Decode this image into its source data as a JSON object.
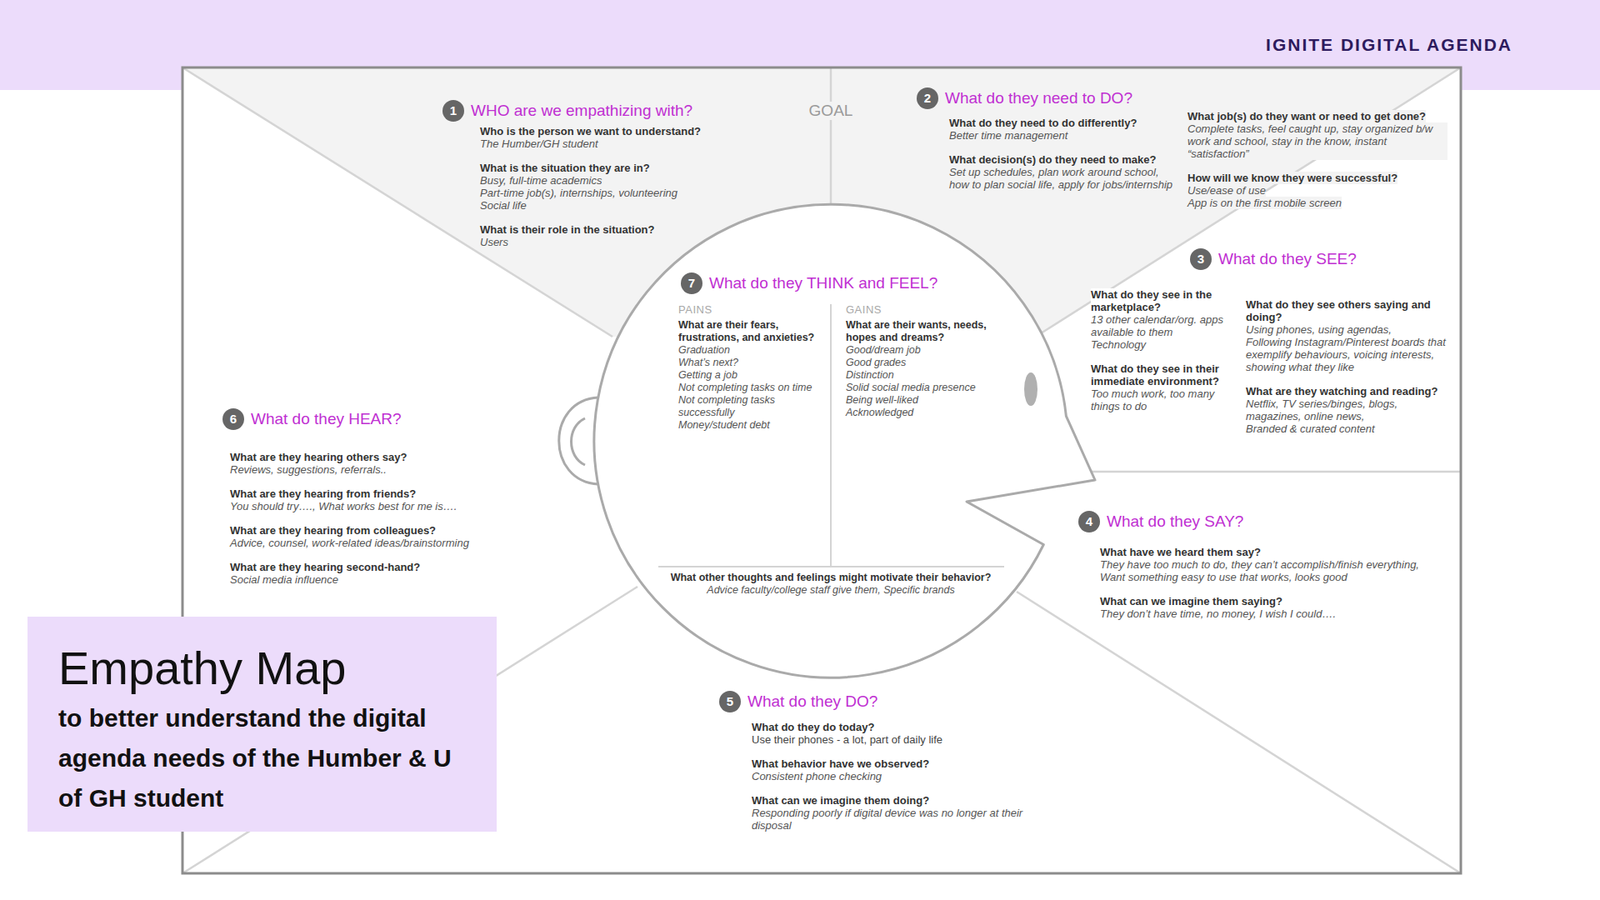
{
  "diagram": {
    "title": "IGNITE DIGITAL AGENDA",
    "nodes": [
      {
        "text": [
          "1",
          "WHO are we empathizing with?",
          "Who is the person we want to understand?",
          "The Humber/GH student",
          "What is the situation they are in?",
          "Busy, full-time academics",
          "Part-time job(s), internships, volunteering",
          "Social life",
          "What is their role in the situation?",
          "Users"
        ]
      },
      {
        "text": [
          "2",
          "What do they need to DO?",
          "What do they need to do differently?",
          "Better time management",
          "What decision(s) do they need to make?",
          "Set up schedules, plan work around school, how to plan social life, apply for jobs/internship",
          "What job(s) do they want or need to get done?",
          "Complete tasks, feel caught up, stay organized b/w work and school, stay in the know, instant “satisfaction”",
          "How will we know they were successful?",
          "Use/ease of use",
          "App is on the first mobile screen"
        ]
      },
      {
        "text": [
          "3",
          "What do they SEE?",
          "What do they see in the marketplace?",
          "13 other calendar/org. apps available to them",
          "Technology",
          "What do they see in their immediate environment?",
          "Too much work, too many things to do",
          "What do they see others saying and doing?",
          "Using phones, using agendas,",
          "Following Instagram/Pinterest boards that exemplify behaviours, voicing interests, showing what they like",
          "What are they watching and reading?",
          "Netflix, TV series/binges, blogs, magazines, online news,",
          "Branded & curated content"
        ]
      },
      {
        "text": [
          "4",
          "What do they SAY?",
          "What have we heard them say?",
          "They have too much to do, they can’t accomplish/finish everything,",
          "Want something easy to use that works, looks good",
          "What can we imagine them saying?",
          "They don’t have time, no money, I wish I could…."
        ]
      },
      {
        "text": [
          "5",
          "What do they DO?",
          "What do they do today?",
          "Use their phones - a lot, part of daily life",
          "What behavior have we observed?",
          "Consistent phone checking",
          "What can we imagine them doing?",
          "Responding poorly if digital device was no longer at their disposal"
        ]
      },
      {
        "text": [
          "6",
          "What do they HEAR?",
          "What are they hearing others say?",
          "Reviews, suggestions, referrals..",
          "What are they hearing from friends?",
          "You should try…., What works best for me is….",
          "What are they hearing from colleagues?",
          "Advice, counsel, work-related ideas/brainstorming",
          "What are they hearing second-hand?",
          "Social media influence"
        ]
      },
      {
        "text": [
          "7",
          "What do they THINK and FEEL?",
          "PAINS",
          "What are their fears, frustrations, and anxieties?",
          "Graduation",
          "What’s next?",
          "Getting a job",
          "Not completing tasks on time",
          "Not completing tasks successfully",
          "Money/student debt",
          "GAINS",
          "What are their wants, needs, hopes and dreams?",
          "Good/dream job",
          "Good grades",
          "Distinction",
          "Solid social media presence",
          "Being well-liked",
          "Acknowledged",
          "What other thoughts and feelings might motivate their behavior?",
          "Advice faculty/college staff give them, Specific brands"
        ]
      },
      {
        "text": [
          "Empathy Map",
          "to better understand the digital agenda needs of the Humber & U of GH student"
        ]
      }
    ],
    "labels": [
      "GOAL"
    ]
  }
}
